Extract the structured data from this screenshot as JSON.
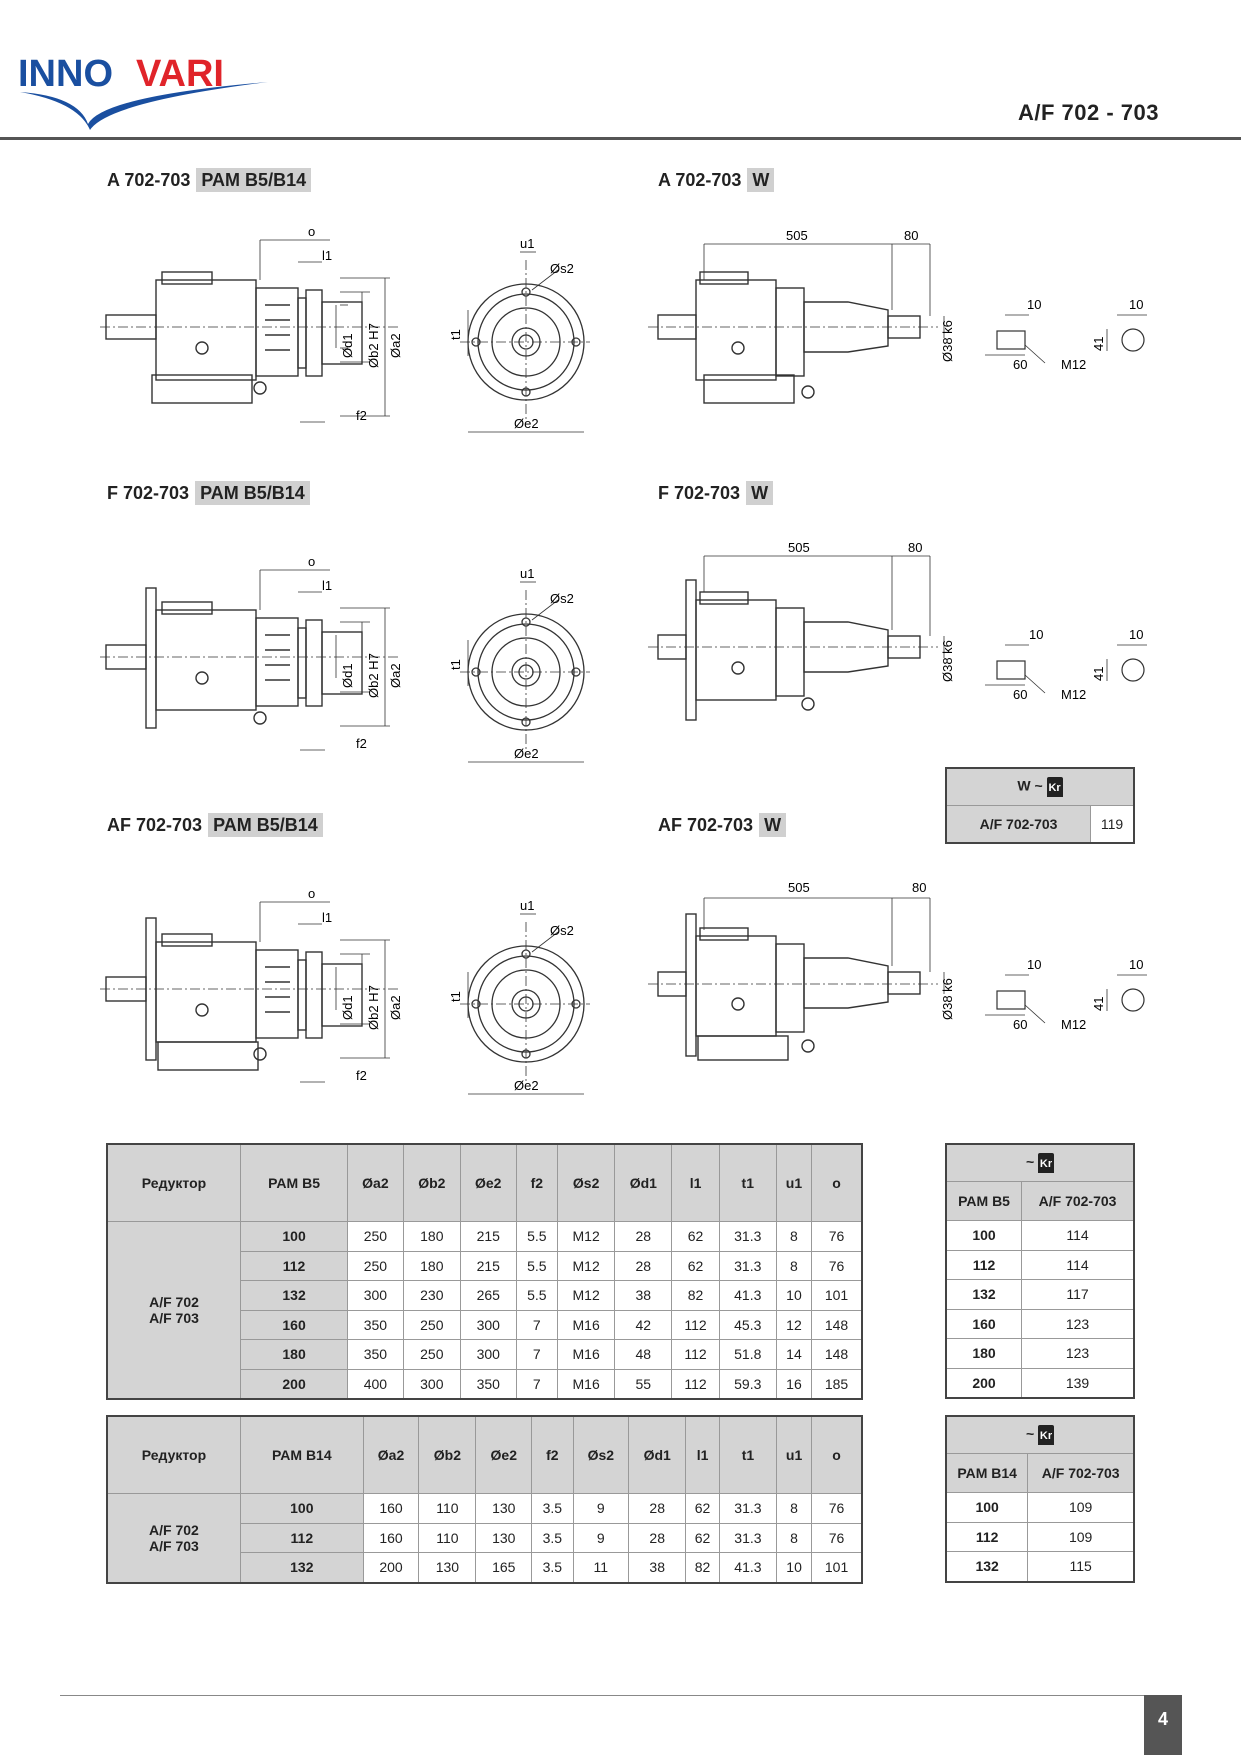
{
  "brand": {
    "logo_text": "INNOVARI",
    "logo_colors": {
      "primary": "#1a4fa0",
      "accent": "#e0242a"
    }
  },
  "page_title": "A/F 702 - 703",
  "page_number": "4",
  "sections": [
    {
      "model": "A 702-703",
      "tag": "PAM B5/B14"
    },
    {
      "model": "A 702-703",
      "tag": "W"
    },
    {
      "model": "F 702-703",
      "tag": "PAM B5/B14"
    },
    {
      "model": "F 702-703",
      "tag": "W"
    },
    {
      "model": "AF 702-703",
      "tag": "PAM B5/B14"
    },
    {
      "model": "AF 702-703",
      "tag": "W"
    }
  ],
  "dim_labels": {
    "o": "o",
    "l1": "l1",
    "f2": "f2",
    "d1": "Ød1",
    "b2": "Øb2 H7",
    "a2": "Øa2",
    "u1": "u1",
    "s2": "Øs2",
    "t1": "t1",
    "e2": "Øe2",
    "len_505": "505",
    "len_80": "80",
    "shaft": "Ø38 k6",
    "key_10a": "10",
    "key_10b": "10",
    "key_60": "60",
    "key_m12": "M12",
    "key_41": "41"
  },
  "w_weight": {
    "header_prefix": "W ~",
    "icon": "weight-kr-icon",
    "icon_text": "Kr",
    "row_label": "A/F 702-703",
    "row_value": "119"
  },
  "table_b5": {
    "headers": [
      "Редуктор",
      "PAM B5",
      "Øa2",
      "Øb2",
      "Øe2",
      "f2",
      "Øs2",
      "Ød1",
      "l1",
      "t1",
      "u1",
      "o"
    ],
    "reducer": [
      "A/F 702",
      "A/F 703"
    ],
    "rows": [
      [
        "100",
        "250",
        "180",
        "215",
        "5.5",
        "M12",
        "28",
        "62",
        "31.3",
        "8",
        "76"
      ],
      [
        "112",
        "250",
        "180",
        "215",
        "5.5",
        "M12",
        "28",
        "62",
        "31.3",
        "8",
        "76"
      ],
      [
        "132",
        "300",
        "230",
        "265",
        "5.5",
        "M12",
        "38",
        "82",
        "41.3",
        "10",
        "101"
      ],
      [
        "160",
        "350",
        "250",
        "300",
        "7",
        "M16",
        "42",
        "112",
        "45.3",
        "12",
        "148"
      ],
      [
        "180",
        "350",
        "250",
        "300",
        "7",
        "M16",
        "48",
        "112",
        "51.8",
        "14",
        "148"
      ],
      [
        "200",
        "400",
        "300",
        "350",
        "7",
        "M16",
        "55",
        "112",
        "59.3",
        "16",
        "185"
      ]
    ]
  },
  "table_b14": {
    "headers": [
      "Редуктор",
      "PAM B14",
      "Øa2",
      "Øb2",
      "Øe2",
      "f2",
      "Øs2",
      "Ød1",
      "l1",
      "t1",
      "u1",
      "o"
    ],
    "reducer": [
      "A/F 702",
      "A/F 703"
    ],
    "rows": [
      [
        "100",
        "160",
        "110",
        "130",
        "3.5",
        "9",
        "28",
        "62",
        "31.3",
        "8",
        "76"
      ],
      [
        "112",
        "160",
        "110",
        "130",
        "3.5",
        "9",
        "28",
        "62",
        "31.3",
        "8",
        "76"
      ],
      [
        "132",
        "200",
        "130",
        "165",
        "3.5",
        "11",
        "38",
        "82",
        "41.3",
        "10",
        "101"
      ]
    ]
  },
  "weight_b5": {
    "header_prefix": "~",
    "icon_text": "Kr",
    "col1": "PAM B5",
    "col2": "A/F 702-703",
    "rows": [
      [
        "100",
        "114"
      ],
      [
        "112",
        "114"
      ],
      [
        "132",
        "117"
      ],
      [
        "160",
        "123"
      ],
      [
        "180",
        "123"
      ],
      [
        "200",
        "139"
      ]
    ]
  },
  "weight_b14": {
    "header_prefix": "~",
    "icon_text": "Kr",
    "col1": "PAM B14",
    "col2": "A/F 702-703",
    "rows": [
      [
        "100",
        "109"
      ],
      [
        "112",
        "109"
      ],
      [
        "132",
        "115"
      ]
    ]
  }
}
